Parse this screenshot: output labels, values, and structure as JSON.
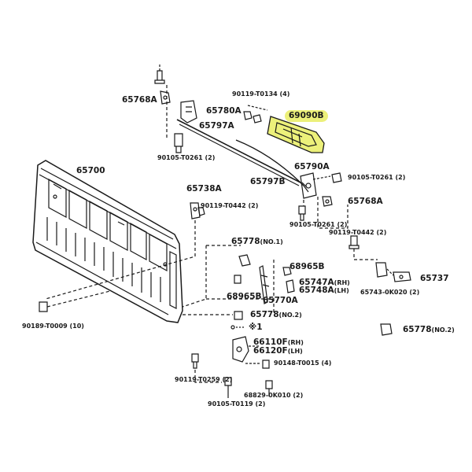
{
  "diagram": {
    "labels": {
      "p65768a_top": "65768A",
      "p65780a": "65780A",
      "p65797a": "65797A",
      "p90105_t0261_left": "90105-T0261 (2)",
      "p90119_t0134": "90119-T0134 (4)",
      "p69090b": "69090B",
      "p65790a": "65790A",
      "p90105_t0261_right": "90105-T0261 (2)",
      "p65797b": "65797B",
      "p65768a_right": "65768A",
      "p90105_t0261_mid": "90105-T0261 (2)",
      "p65700": "65700",
      "p65738a": "65738A",
      "p90119_t0442_left": "90119-T0442 (2)",
      "p90119_t0442_right": "90119-T0442 (2)",
      "p65778_no1": "65778",
      "p65778_no1_sub": "(NO.1)",
      "p68965b_right": "68965B",
      "p65747a": "65747A",
      "p65747a_sub": "(RH)",
      "p65748a": "65748A",
      "p65748a_sub": "(LH)",
      "p65737": "65737",
      "p65743_0k020": "65743-0K020 (2)",
      "p68965b_left": "68965B",
      "p65770a": "65770A",
      "p65778_no2_mid": "65778",
      "p65778_no2_mid_sub": "(NO.2)",
      "p_note1": "※1",
      "p65778_no2_right": "65778",
      "p65778_no2_right_sub": "(NO.2)",
      "p90189_t0009": "90189-T0009 (10)",
      "p66110f": "66110F",
      "p66110f_sub": "(RH)",
      "p66120f": "66120F",
      "p66120f_sub": "(LH)",
      "p90148_t0015": "90148-T0015 (4)",
      "p90119_t0259": "90119-T0259 (2)",
      "p68829_0k010": "68829-0K010 (2)",
      "p90105_t0119": "90105-T0119 (2)"
    },
    "highlight_color": "#ecf07a",
    "line_color": "#1a1a1a"
  }
}
